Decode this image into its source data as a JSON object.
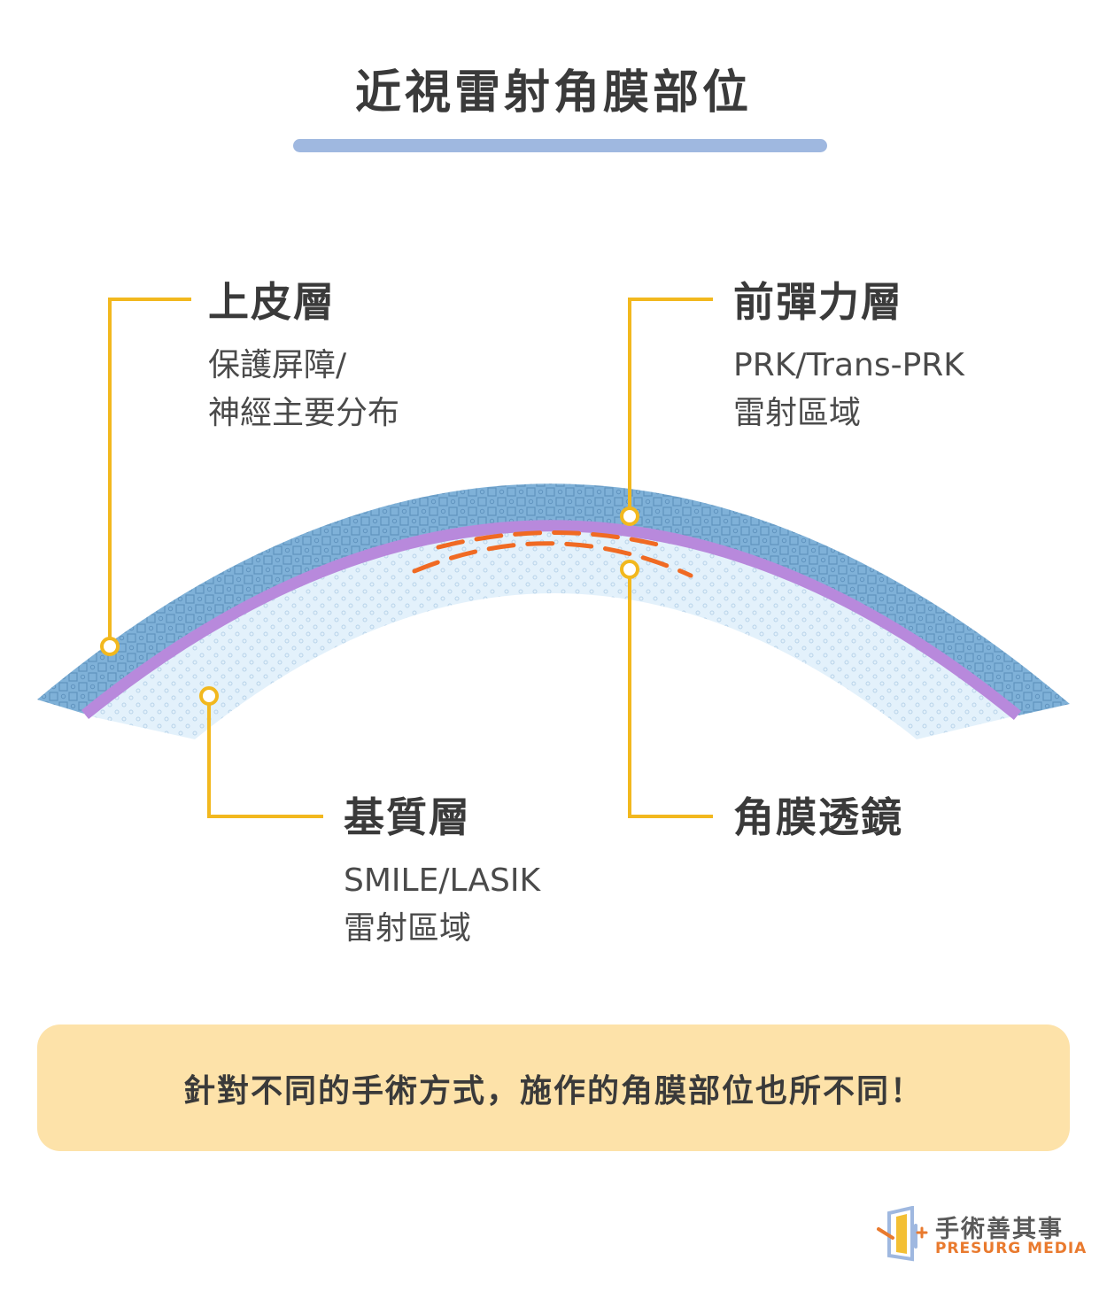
{
  "title": "近視雷射角膜部位",
  "colors": {
    "title_bar": "#9fb8e0",
    "epithelium": "#7fb1d8",
    "bowman": "#b889dc",
    "stroma": "#e3f1fb",
    "leader": "#f2b81e",
    "flap_line": "#f06a23",
    "note_bg": "#fde2a9",
    "brand": "#e97a2e"
  },
  "labels": {
    "epithelium": {
      "heading": "上皮層",
      "desc_line1": "保護屏障/",
      "desc_line2": "神經主要分布"
    },
    "bowman": {
      "heading": "前彈力層",
      "desc_line1": "PRK/Trans-PRK",
      "desc_line2": "雷射區域"
    },
    "stroma": {
      "heading": "基質層",
      "desc_line1": "SMILE/LASIK",
      "desc_line2": "雷射區域"
    },
    "lens": {
      "heading": "角膜透鏡"
    }
  },
  "note": "針對不同的手術方式，施作的角膜部位也所不同！",
  "logo": {
    "name": "手術善其事",
    "sub": "PRESURG MEDIA",
    "icon": "door-logo-icon"
  }
}
